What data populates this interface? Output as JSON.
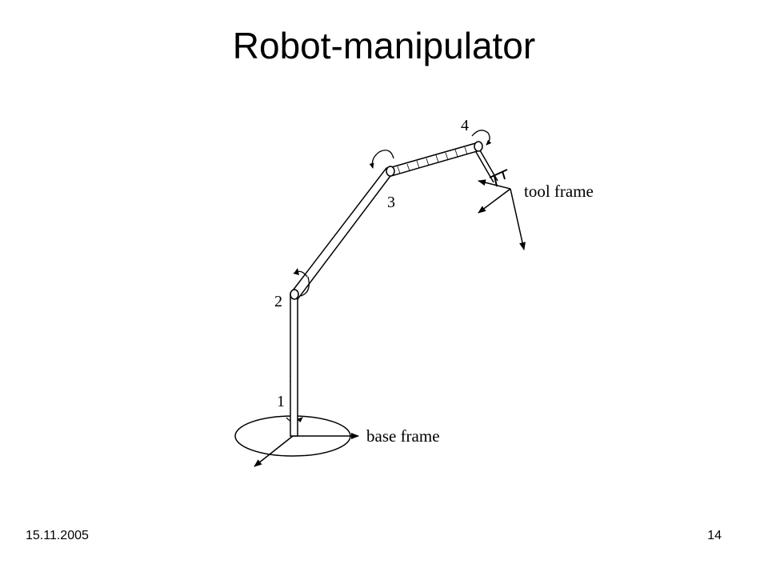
{
  "slide": {
    "title": "Robot-manipulator",
    "date": "15.11.2005",
    "page_number": "14"
  },
  "diagram": {
    "joint_labels": [
      "1",
      "2",
      "3",
      "4"
    ],
    "base_frame_label": "base frame",
    "tool_frame_label": "tool frame",
    "line_color": "#000000"
  }
}
